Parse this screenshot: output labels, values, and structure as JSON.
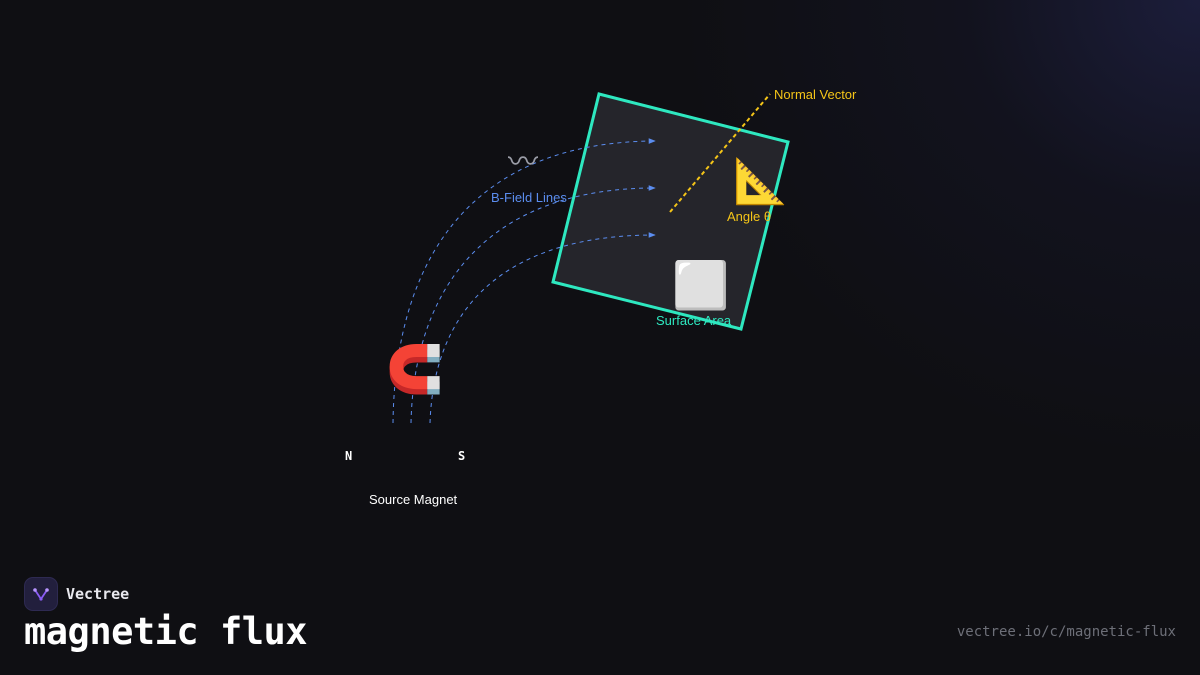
{
  "brand": {
    "name": "Vectree",
    "logo_icon": "vectree-logo-icon",
    "accent": "#8b5cf6"
  },
  "page": {
    "title": "magnetic flux",
    "url": "vectree.io/c/magnetic-flux"
  },
  "diagram": {
    "surface": {
      "label": "Surface Area",
      "icon": "white-square-icon",
      "color": "#2ee8c0"
    },
    "normal_vector": {
      "label": "Normal Vector",
      "color": "#f5c518"
    },
    "angle": {
      "label": "Angle θ",
      "icon": "triangular-ruler-icon",
      "color": "#f5c518"
    },
    "field_lines": {
      "label": "B-Field Lines",
      "icon": "wavy-line-icon",
      "color": "#5b8def"
    },
    "magnet": {
      "label": "Source Magnet",
      "icon": "magnet-icon",
      "north": "N",
      "south": "S"
    }
  }
}
